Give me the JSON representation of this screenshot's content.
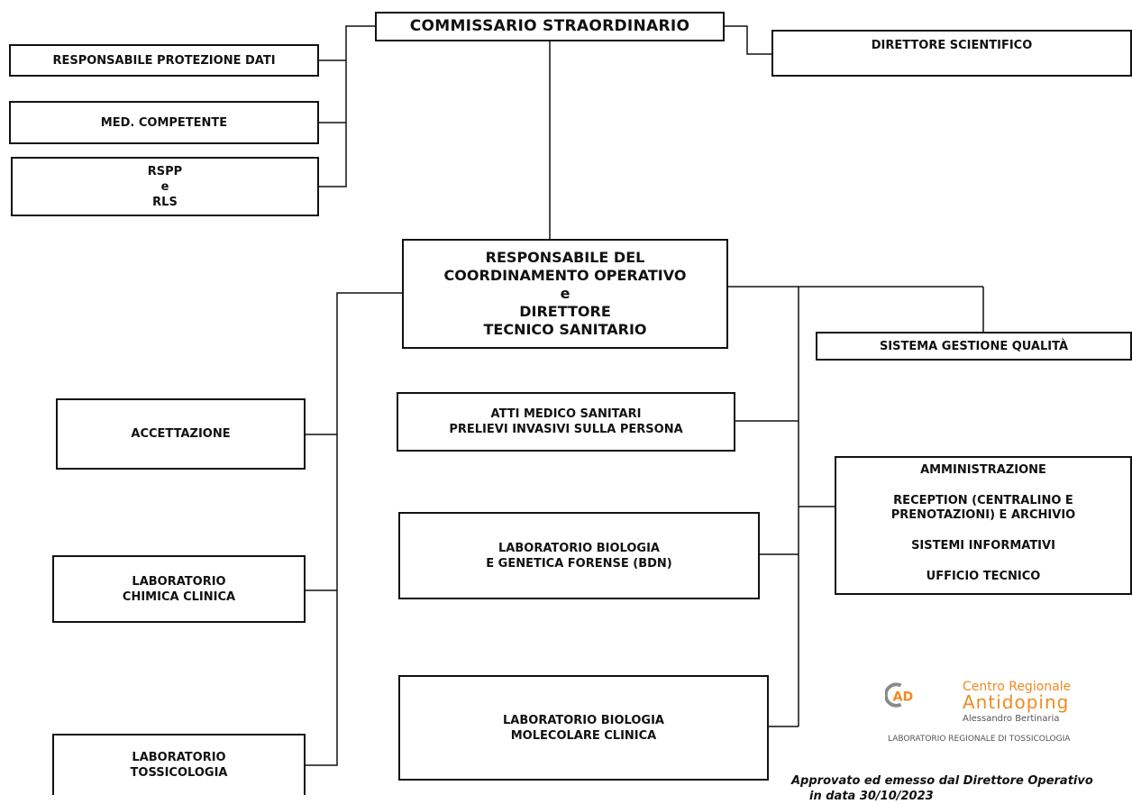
{
  "top": {
    "line1": "COMMISSARIO STRAORDINARIO"
  },
  "left_staff": [
    {
      "lines": [
        "RESPONSABILE PROTEZIONE DATI"
      ]
    },
    {
      "lines": [
        "MED. COMPETENTE"
      ]
    },
    {
      "lines": [
        "RSPP",
        "e",
        "RLS"
      ]
    }
  ],
  "right_staff": {
    "line1": "DIRETTORE SCIENTIFICO"
  },
  "center": {
    "lines": [
      "RESPONSABILE DEL",
      "COORDINAMENTO OPERATIVO",
      "e",
      "DIRETTORE",
      "TECNICO SANITARIO"
    ]
  },
  "quality": {
    "line1": "SISTEMA GESTIONE QUALITÀ"
  },
  "left_units": [
    {
      "lines": [
        "ACCETTAZIONE"
      ]
    },
    {
      "lines": [
        "LABORATORIO",
        "CHIMICA CLINICA"
      ]
    },
    {
      "lines": [
        "LABORATORIO",
        "TOSSICOLOGIA"
      ]
    }
  ],
  "middle_units": [
    {
      "lines": [
        "ATTI MEDICO SANITARI",
        "PRELIEVI INVASIVI SULLA PERSONA"
      ]
    },
    {
      "lines": [
        "LABORATORIO BIOLOGIA",
        "E GENETICA FORENSE (BDN)"
      ]
    },
    {
      "lines": [
        "LABORATORIO BIOLOGIA",
        "MOLECOLARE  CLINICA"
      ]
    }
  ],
  "admin": {
    "lines": [
      "AMMINISTRAZIONE",
      "RECEPTION (CENTRALINO E",
      "PRENOTAZIONI) E ARCHIVIO",
      "SISTEMI INFORMATIVI",
      "UFFICIO TECNICO"
    ]
  },
  "logo": {
    "letters": "AD",
    "line1": "Centro Regionale",
    "line2": "Antidoping",
    "line3": "Alessandro Bertinaria",
    "line4": "LABORATORIO REGIONALE DI TOSSICOLOGIA"
  },
  "footer": {
    "line1": "Approvato ed emesso dal Direttore Operativo",
    "line2": "in data 30/10/2023"
  },
  "colors": {
    "line": "#111111",
    "logo_orange": "#f08a24",
    "logo_grey": "#8a8a8a"
  }
}
